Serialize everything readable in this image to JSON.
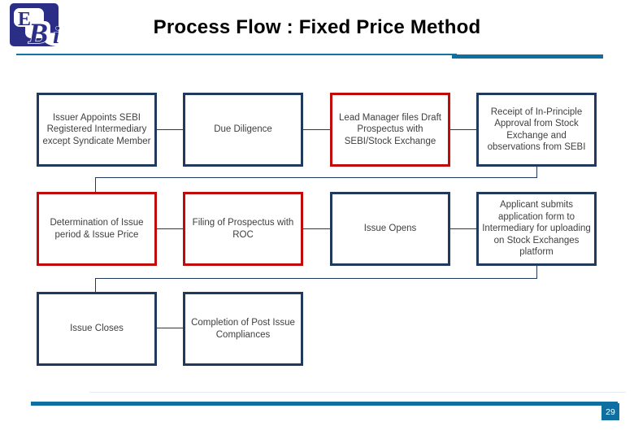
{
  "title": "Process Flow : Fixed Price Method",
  "page_number": "29",
  "logo": {
    "name": "SEBI",
    "letters_top": "E",
    "letters_main": "B",
    "letters_side": "i"
  },
  "colors": {
    "navy": "#1f3a5c",
    "red": "#c10b0b",
    "accent_blue": "#0f6fa1",
    "logo_blue": "#2b2e86",
    "box_text": "#3f3f3f"
  },
  "boxes": [
    {
      "label": "Issuer Appoints SEBI Registered Intermediary except Syndicate Member",
      "variant": "navy"
    },
    {
      "label": "Due Diligence",
      "variant": "navy"
    },
    {
      "label": "Lead Manager files Draft Prospectus with SEBI/Stock Exchange",
      "variant": "red"
    },
    {
      "label": "Receipt of In-Principle Approval from Stock Exchange and observations from SEBI",
      "variant": "navy"
    },
    {
      "label": "Determination of Issue period & Issue Price",
      "variant": "red"
    },
    {
      "label": "Filing of Prospectus with ROC",
      "variant": "red"
    },
    {
      "label": "Issue Opens",
      "variant": "navy"
    },
    {
      "label": "Applicant submits application form to Intermediary for uploading on Stock Exchanges platform",
      "variant": "navy"
    },
    {
      "label": "Issue Closes",
      "variant": "navy"
    },
    {
      "label": "Completion of Post Issue Compliances",
      "variant": "navy"
    }
  ]
}
